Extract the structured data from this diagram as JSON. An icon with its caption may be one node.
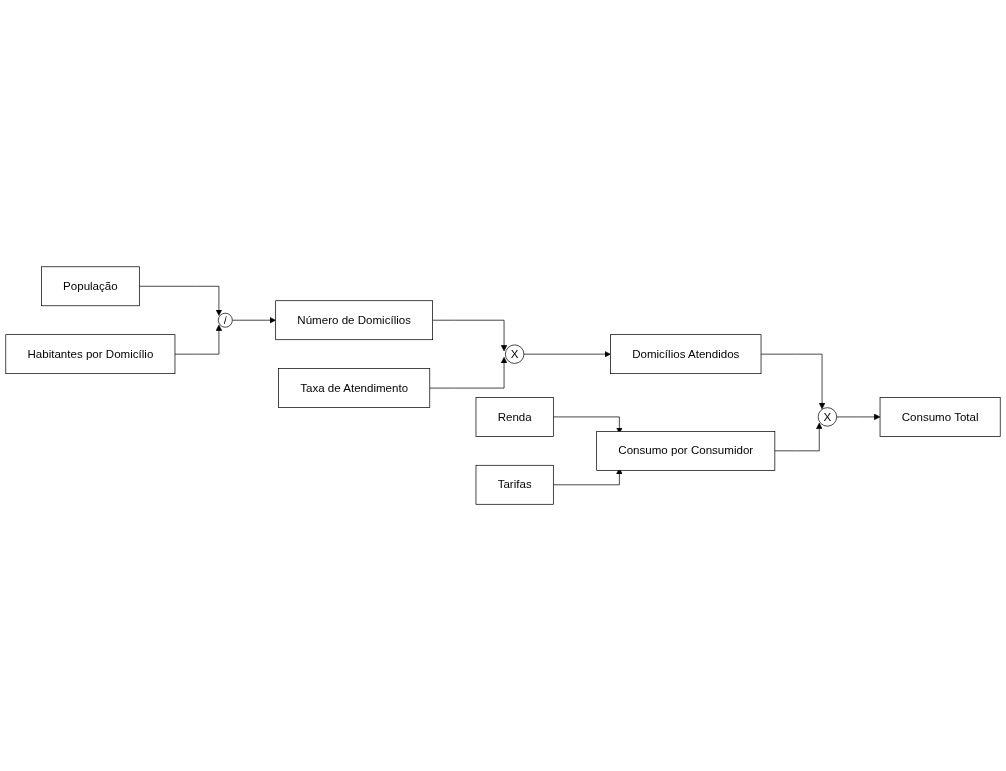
{
  "diagram": {
    "nodes": [
      {
        "text": [
          "População"
        ]
      },
      {
        "text": [
          "Habitantes por Domicílio"
        ]
      },
      {
        "text": [
          "/"
        ]
      },
      {
        "text": [
          "Número de Domicílios"
        ]
      },
      {
        "text": [
          "X"
        ]
      },
      {
        "text": [
          "Domicílios Atendidos"
        ]
      },
      {
        "text": [
          "Taxa de Atendimento"
        ]
      },
      {
        "text": [
          "X"
        ]
      },
      {
        "text": [
          "Renda"
        ]
      },
      {
        "text": [
          "Consumo por Consumidor"
        ]
      },
      {
        "text": [
          "Consumo Total"
        ]
      },
      {
        "text": [
          "Tarifas"
        ]
      }
    ],
    "edges": [
      {
        "from": 0,
        "to": 2,
        "arrow": "to"
      },
      {
        "from": 1,
        "to": 2,
        "arrow": "to"
      },
      {
        "from": 2,
        "to": 3,
        "arrow": "to"
      },
      {
        "from": 3,
        "to": 4,
        "arrow": "to"
      },
      {
        "from": 6,
        "to": 4,
        "arrow": "to"
      },
      {
        "from": 4,
        "to": 5,
        "arrow": "to"
      },
      {
        "from": 5,
        "to": 7,
        "arrow": "to"
      },
      {
        "from": 8,
        "to": 9,
        "arrow": "to"
      },
      {
        "from": 11,
        "to": 9,
        "arrow": "to"
      },
      {
        "from": 9,
        "to": 7,
        "arrow": "to"
      },
      {
        "from": 7,
        "to": 10,
        "arrow": "to"
      }
    ]
  }
}
